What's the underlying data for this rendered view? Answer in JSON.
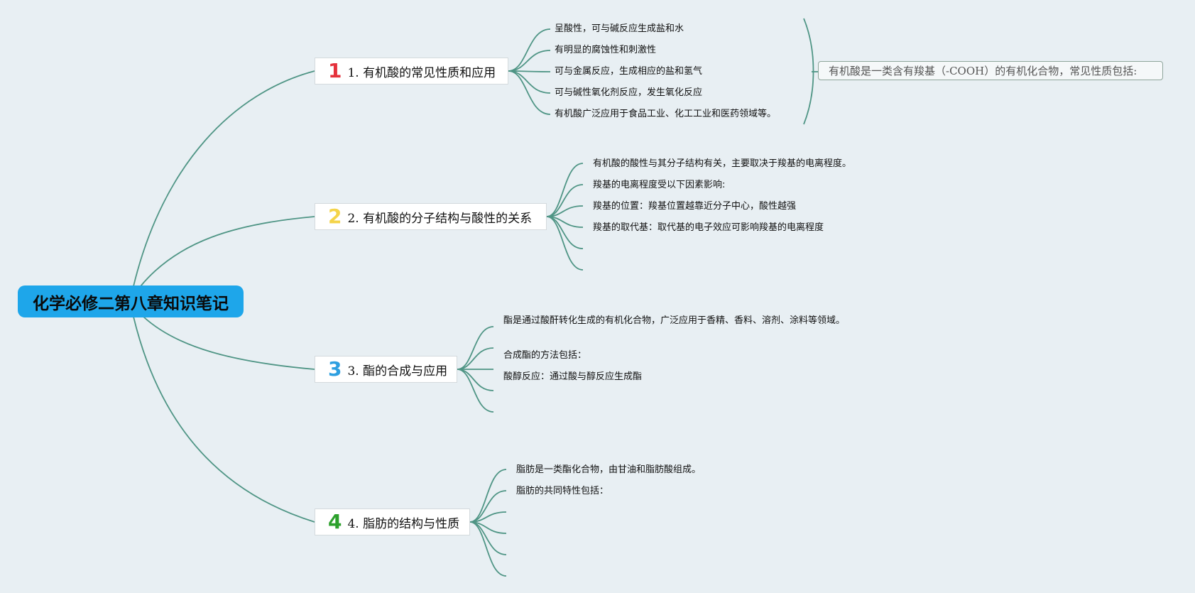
{
  "root": {
    "label": "化学必修二第八章知识笔记"
  },
  "branches": [
    {
      "num": "1",
      "label": "1. 有机酸的常见性质和应用",
      "color": "#e5323c",
      "leaves": [
        "呈酸性，可与碱反应生成盐和水",
        "有明显的腐蚀性和刺激性",
        "可与金属反应，生成相应的盐和氢气",
        "可与碱性氧化剂反应，发生氧化反应",
        "有机酸广泛应用于食品工业、化工工业和医药领域等。"
      ],
      "summary": "有机酸是一类含有羧基（-COOH）的有机化合物，常见性质包括:"
    },
    {
      "num": "2",
      "label": "2. 有机酸的分子结构与酸性的关系",
      "color": "#f4d44a",
      "leaves": [
        "有机酸的酸性与其分子结构有关，主要取决于羧基的电离程度。",
        "羧基的电离程度受以下因素影响:",
        "羧基的位置：羧基位置越靠近分子中心，酸性越强",
        "羧基的取代基：取代基的电子效应可影响羧基的电离程度",
        "",
        ""
      ]
    },
    {
      "num": "3",
      "label": "3. 酯的合成与应用",
      "color": "#2e9fe0",
      "leaves": [
        "酯是通过酸酐转化生成的有机化合物，广泛应用于香精、香料、溶剂、涂料等领域。",
        "合成酯的方法包括：",
        "酸醇反应：通过酸与醇反应生成酯",
        "",
        ""
      ]
    },
    {
      "num": "4",
      "label": "4. 脂肪的结构与性质",
      "color": "#2ca02c",
      "leaves": [
        "脂肪是一类酯化合物，由甘油和脂肪酸组成。",
        "脂肪的共同特性包括：",
        "",
        "",
        "",
        ""
      ]
    }
  ],
  "line_color": "#4f9585"
}
